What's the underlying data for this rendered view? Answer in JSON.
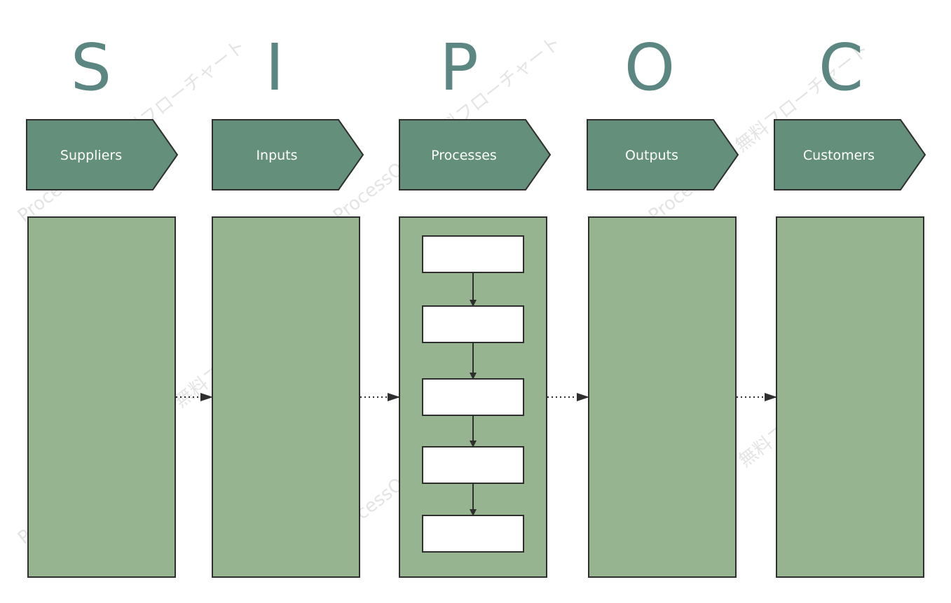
{
  "colors": {
    "letter": "#5b8682",
    "header_fill": "#648f7b",
    "panel_fill": "#95b48f",
    "step_fill": "#ffffff",
    "stroke": "#2f2f2f",
    "watermark": "#e4e4e4"
  },
  "watermark": {
    "brand": "ProcessOn",
    "tagline": "無料フローチャート"
  },
  "columns": [
    {
      "letter": "S",
      "label": "Suppliers"
    },
    {
      "letter": "I",
      "label": "Inputs"
    },
    {
      "letter": "P",
      "label": "Processes"
    },
    {
      "letter": "O",
      "label": "Outputs"
    },
    {
      "letter": "C",
      "label": "Customers"
    }
  ],
  "process_steps": [
    "",
    "",
    "",
    "",
    ""
  ]
}
